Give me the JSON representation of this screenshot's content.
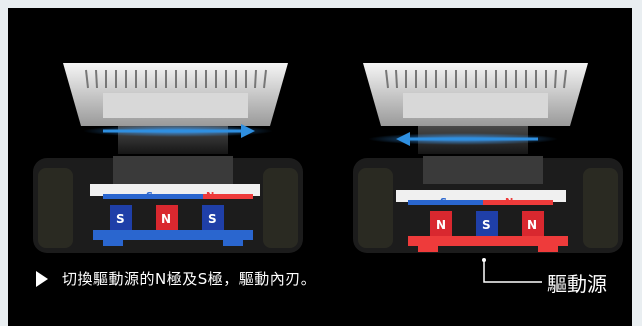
{
  "caption": {
    "icon": "play-triangle-icon",
    "text": "切換驅動源的N極及S極，驅動內刃。"
  },
  "callout": {
    "label": "驅動源"
  },
  "left_unit": {
    "top_label": "S",
    "top_label2": "N",
    "magnets": [
      "S",
      "N",
      "S"
    ],
    "arrow_direction": "right",
    "accent_color": "#2563c9"
  },
  "right_unit": {
    "top_label": "S",
    "top_label2": "N",
    "magnets": [
      "N",
      "S",
      "N"
    ],
    "arrow_direction": "left",
    "accent_color": "#e83a3a"
  },
  "colors": {
    "north": "#d9282f",
    "south": "#1f3fa8",
    "arrow": "#2f8fe0",
    "base_red": "#ee3b3b",
    "base_blue": "#2a66cf"
  }
}
